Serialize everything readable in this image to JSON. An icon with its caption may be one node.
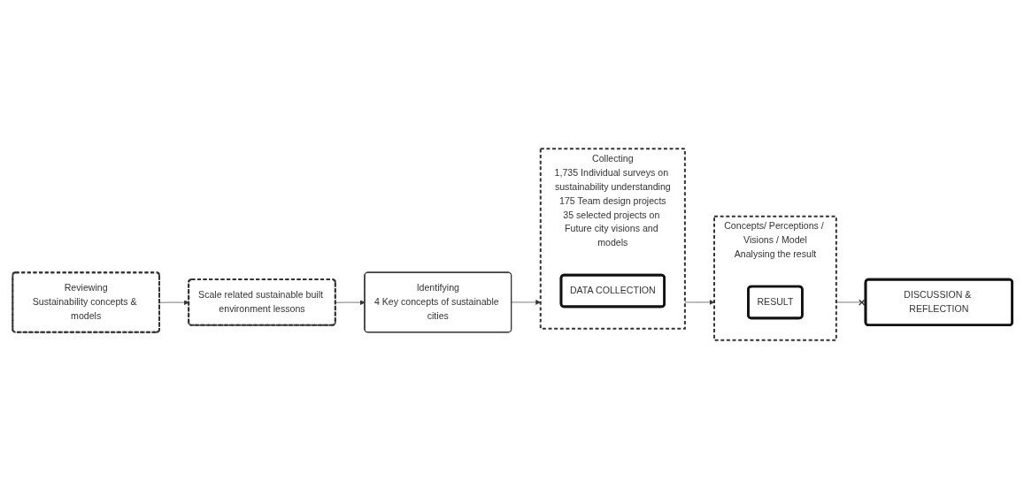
{
  "diagram": {
    "nodes": [
      {
        "text": [
          "Reviewing",
          "Sustainability concepts & models"
        ]
      },
      {
        "text": [
          "Scale related sustainable built environment lessons"
        ]
      },
      {
        "text": [
          "Identifying",
          "4 Key concepts of sustainable cities"
        ]
      },
      {
        "text": [
          "Collecting",
          "1,735 Individual surveys on sustainability understanding",
          "175 Team design projects",
          "35 selected projects on Future city visions and models"
        ]
      },
      {
        "text": [
          "DATA COLLECTION"
        ],
        "in": 3
      },
      {
        "text": [
          "Concepts/ Perceptions / Visions / Model",
          "Analysing the result"
        ]
      },
      {
        "text": [
          "RESULT"
        ],
        "in": 5
      },
      {
        "text": [
          "DISCUSSION & REFLECTION"
        ]
      }
    ],
    "edges": [
      {
        "from": 0,
        "to": 1,
        "arrow": "to"
      },
      {
        "from": 1,
        "to": 2,
        "arrow": "to"
      },
      {
        "from": 2,
        "to": 3,
        "arrow": "to"
      },
      {
        "from": 3,
        "to": 5,
        "arrow": "to"
      },
      {
        "from": 5,
        "to": 7,
        "arrow": "other"
      }
    ]
  }
}
